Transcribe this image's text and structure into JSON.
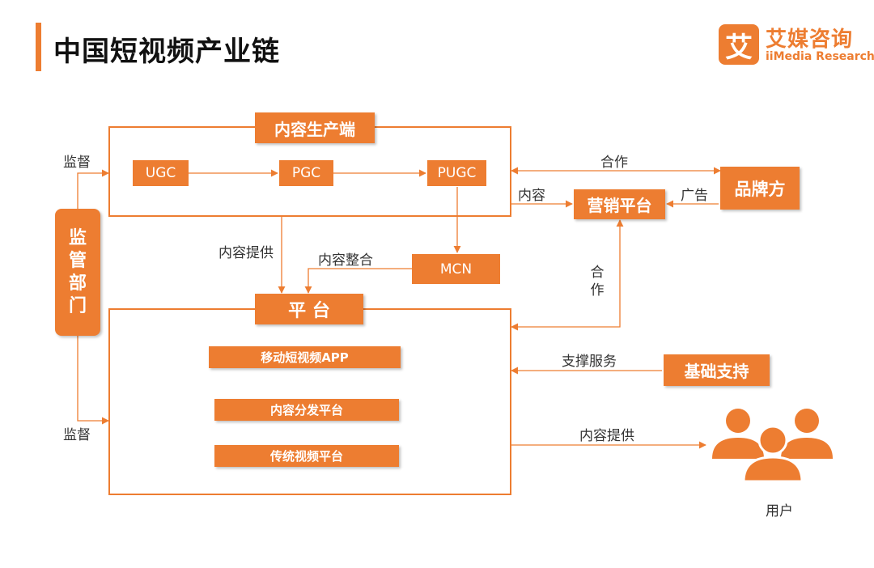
{
  "header": {
    "title": "中国短视频产业链",
    "logo_mark": "艾",
    "logo_name": "艾媒咨询",
    "logo_sub": "iiMedia Research"
  },
  "diagram": {
    "nodes": {
      "content_production": "内容生产端",
      "ugc": "UGC",
      "pgc": "PGC",
      "pugc": "PUGC",
      "mcn": "MCN",
      "platform": "平 台",
      "mobile_app": "移动短视频APP",
      "distribution": "内容分发平台",
      "traditional": "传统视频平台",
      "marketing": "营销平台",
      "brand": "品牌方",
      "infra": "基础支持",
      "regulator": "监管部门",
      "users": "用户"
    },
    "edges": {
      "supervise_top": "监督",
      "supervise_bottom": "监督",
      "content_supply": "内容提供",
      "content_integration": "内容整合",
      "cooperation_top": "合作",
      "content_to_marketing": "内容",
      "advertising": "广告",
      "cooperation_vertical": "合作",
      "support_service": "支撑服务",
      "content_to_users": "内容提供"
    },
    "colors": {
      "accent": "#ed7d31",
      "text": "#333333"
    },
    "icons": {
      "users": "users-group-icon"
    }
  }
}
